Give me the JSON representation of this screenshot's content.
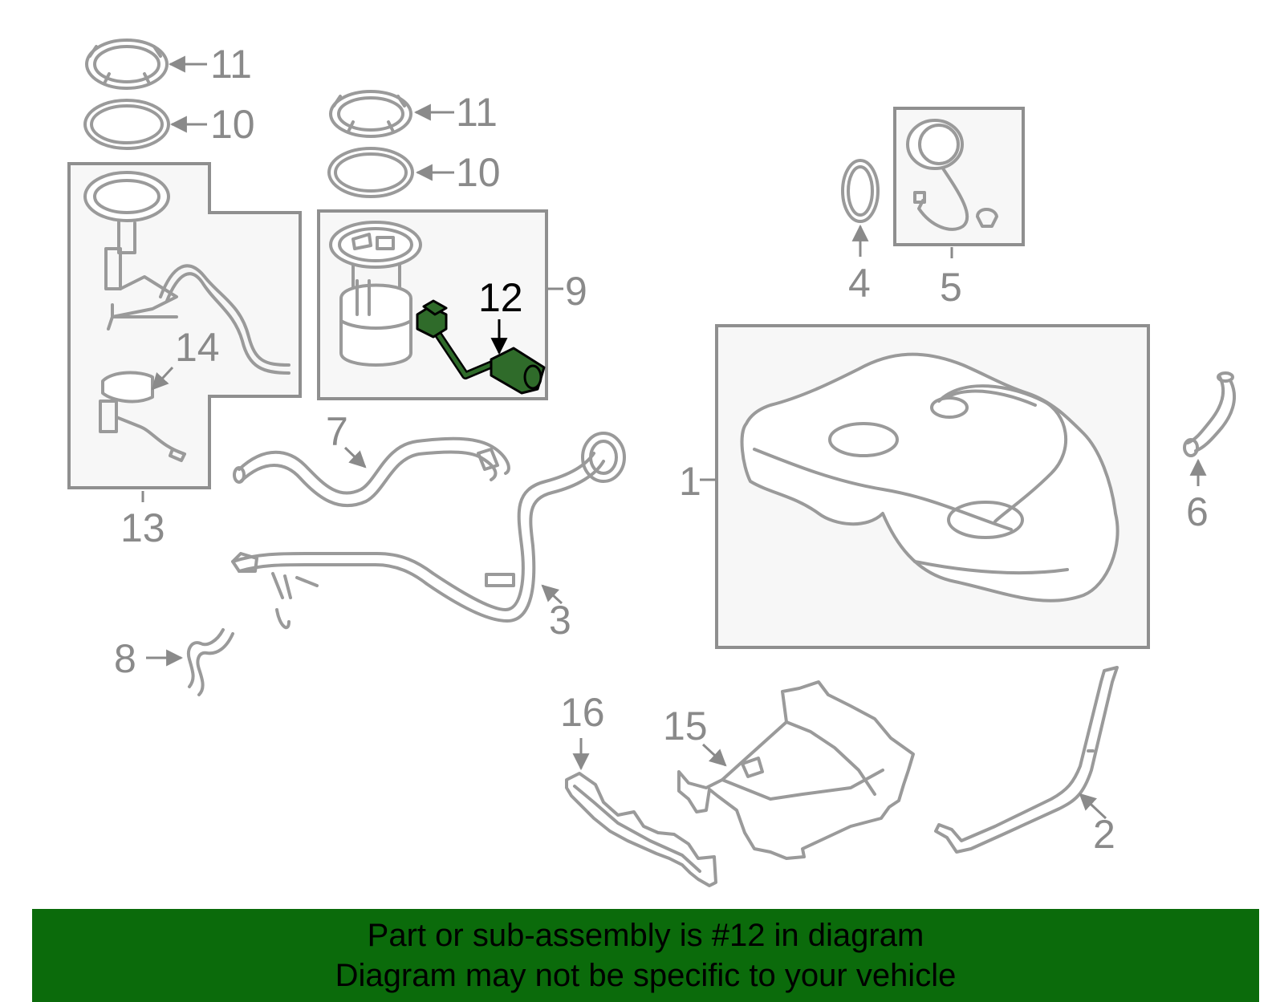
{
  "callouts": {
    "c1": "1",
    "c2": "2",
    "c3": "3",
    "c4": "4",
    "c5": "5",
    "c6": "6",
    "c7": "7",
    "c8": "8",
    "c9": "9",
    "c10a": "10",
    "c10b": "10",
    "c11a": "11",
    "c11b": "11",
    "c12": "12",
    "c13": "13",
    "c14": "14",
    "c15": "15",
    "c16": "16"
  },
  "banner": {
    "line1": "Part or sub-assembly is #12 in diagram",
    "line2": "Diagram may not be specific to your vehicle"
  },
  "colors": {
    "banner_bg": "#0b6b0b",
    "highlight_part": "#2f6b2a",
    "line_art": "#9a9a9a"
  }
}
